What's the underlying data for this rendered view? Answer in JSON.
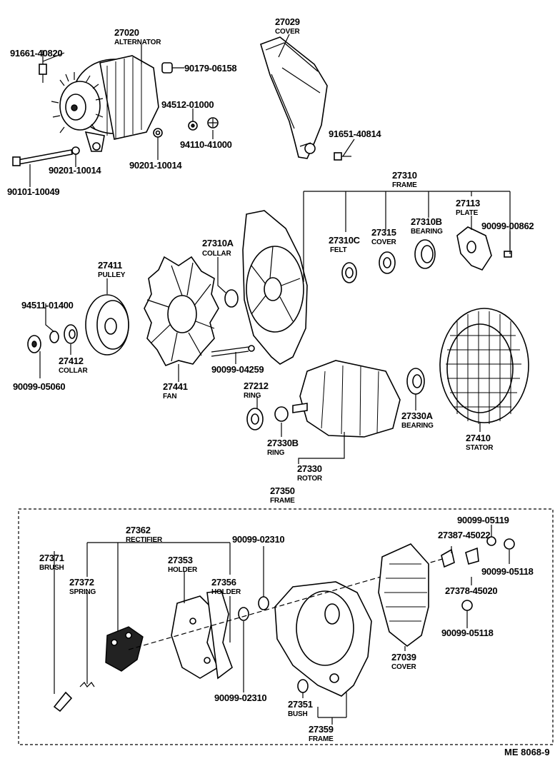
{
  "diagram_ref": "ME 8068-9",
  "parts": {
    "p27020": {
      "num": "27020",
      "name": "ALTERNATOR"
    },
    "p27029": {
      "num": "27029",
      "name": "COVER"
    },
    "p91661": {
      "num": "91661-40820"
    },
    "p90179": {
      "num": "90179-06158"
    },
    "p94512": {
      "num": "94512-01000"
    },
    "p94110": {
      "num": "94110-41000"
    },
    "p91651": {
      "num": "91651-40814"
    },
    "p90201a": {
      "num": "90201-10014"
    },
    "p90201b": {
      "num": "90201-10014"
    },
    "p90101": {
      "num": "90101-10049"
    },
    "p27310": {
      "num": "27310",
      "name": "FRAME"
    },
    "p27113": {
      "num": "27113",
      "name": "PLATE"
    },
    "p27310B": {
      "num": "27310B",
      "name": "BEARING"
    },
    "p90099_00862": {
      "num": "90099-00862"
    },
    "p27310C": {
      "num": "27310C",
      "name": "FELT"
    },
    "p27315": {
      "num": "27315",
      "name": "COVER"
    },
    "p27310A": {
      "num": "27310A",
      "name": "COLLAR"
    },
    "p27411": {
      "num": "27411",
      "name": "PULLEY"
    },
    "p94511": {
      "num": "94511-01400"
    },
    "p27412": {
      "num": "27412",
      "name": "COLLAR"
    },
    "p90099_05060": {
      "num": "90099-05060"
    },
    "p90099_04259": {
      "num": "90099-04259"
    },
    "p27441": {
      "num": "27441",
      "name": "FAN"
    },
    "p27212": {
      "num": "27212",
      "name": "RING"
    },
    "p27330B": {
      "num": "27330B",
      "name": "RING"
    },
    "p27330": {
      "num": "27330",
      "name": "ROTOR"
    },
    "p27330A": {
      "num": "27330A",
      "name": "BEARING"
    },
    "p27410": {
      "num": "27410",
      "name": "STATOR"
    },
    "p27350": {
      "num": "27350",
      "name": "FRAME"
    },
    "p27362": {
      "num": "27362",
      "name": "RECTIFIER"
    },
    "p90099_02310a": {
      "num": "90099-02310"
    },
    "p90099_02310b": {
      "num": "90099-02310"
    },
    "p27371": {
      "num": "27371",
      "name": "BRUSH"
    },
    "p27353": {
      "num": "27353",
      "name": "HOLDER"
    },
    "p27372": {
      "num": "27372",
      "name": "SPRING"
    },
    "p27356": {
      "num": "27356",
      "name": "HOLDER"
    },
    "p27387": {
      "num": "27387-45022"
    },
    "p90099_05119": {
      "num": "90099-05119"
    },
    "p90099_05118a": {
      "num": "90099-05118"
    },
    "p27378": {
      "num": "27378-45020"
    },
    "p90099_05118b": {
      "num": "90099-05118"
    },
    "p27039": {
      "num": "27039",
      "name": "COVER"
    },
    "p27351": {
      "num": "27351",
      "name": "BUSH"
    },
    "p27359": {
      "num": "27359",
      "name": "FRAME"
    }
  }
}
